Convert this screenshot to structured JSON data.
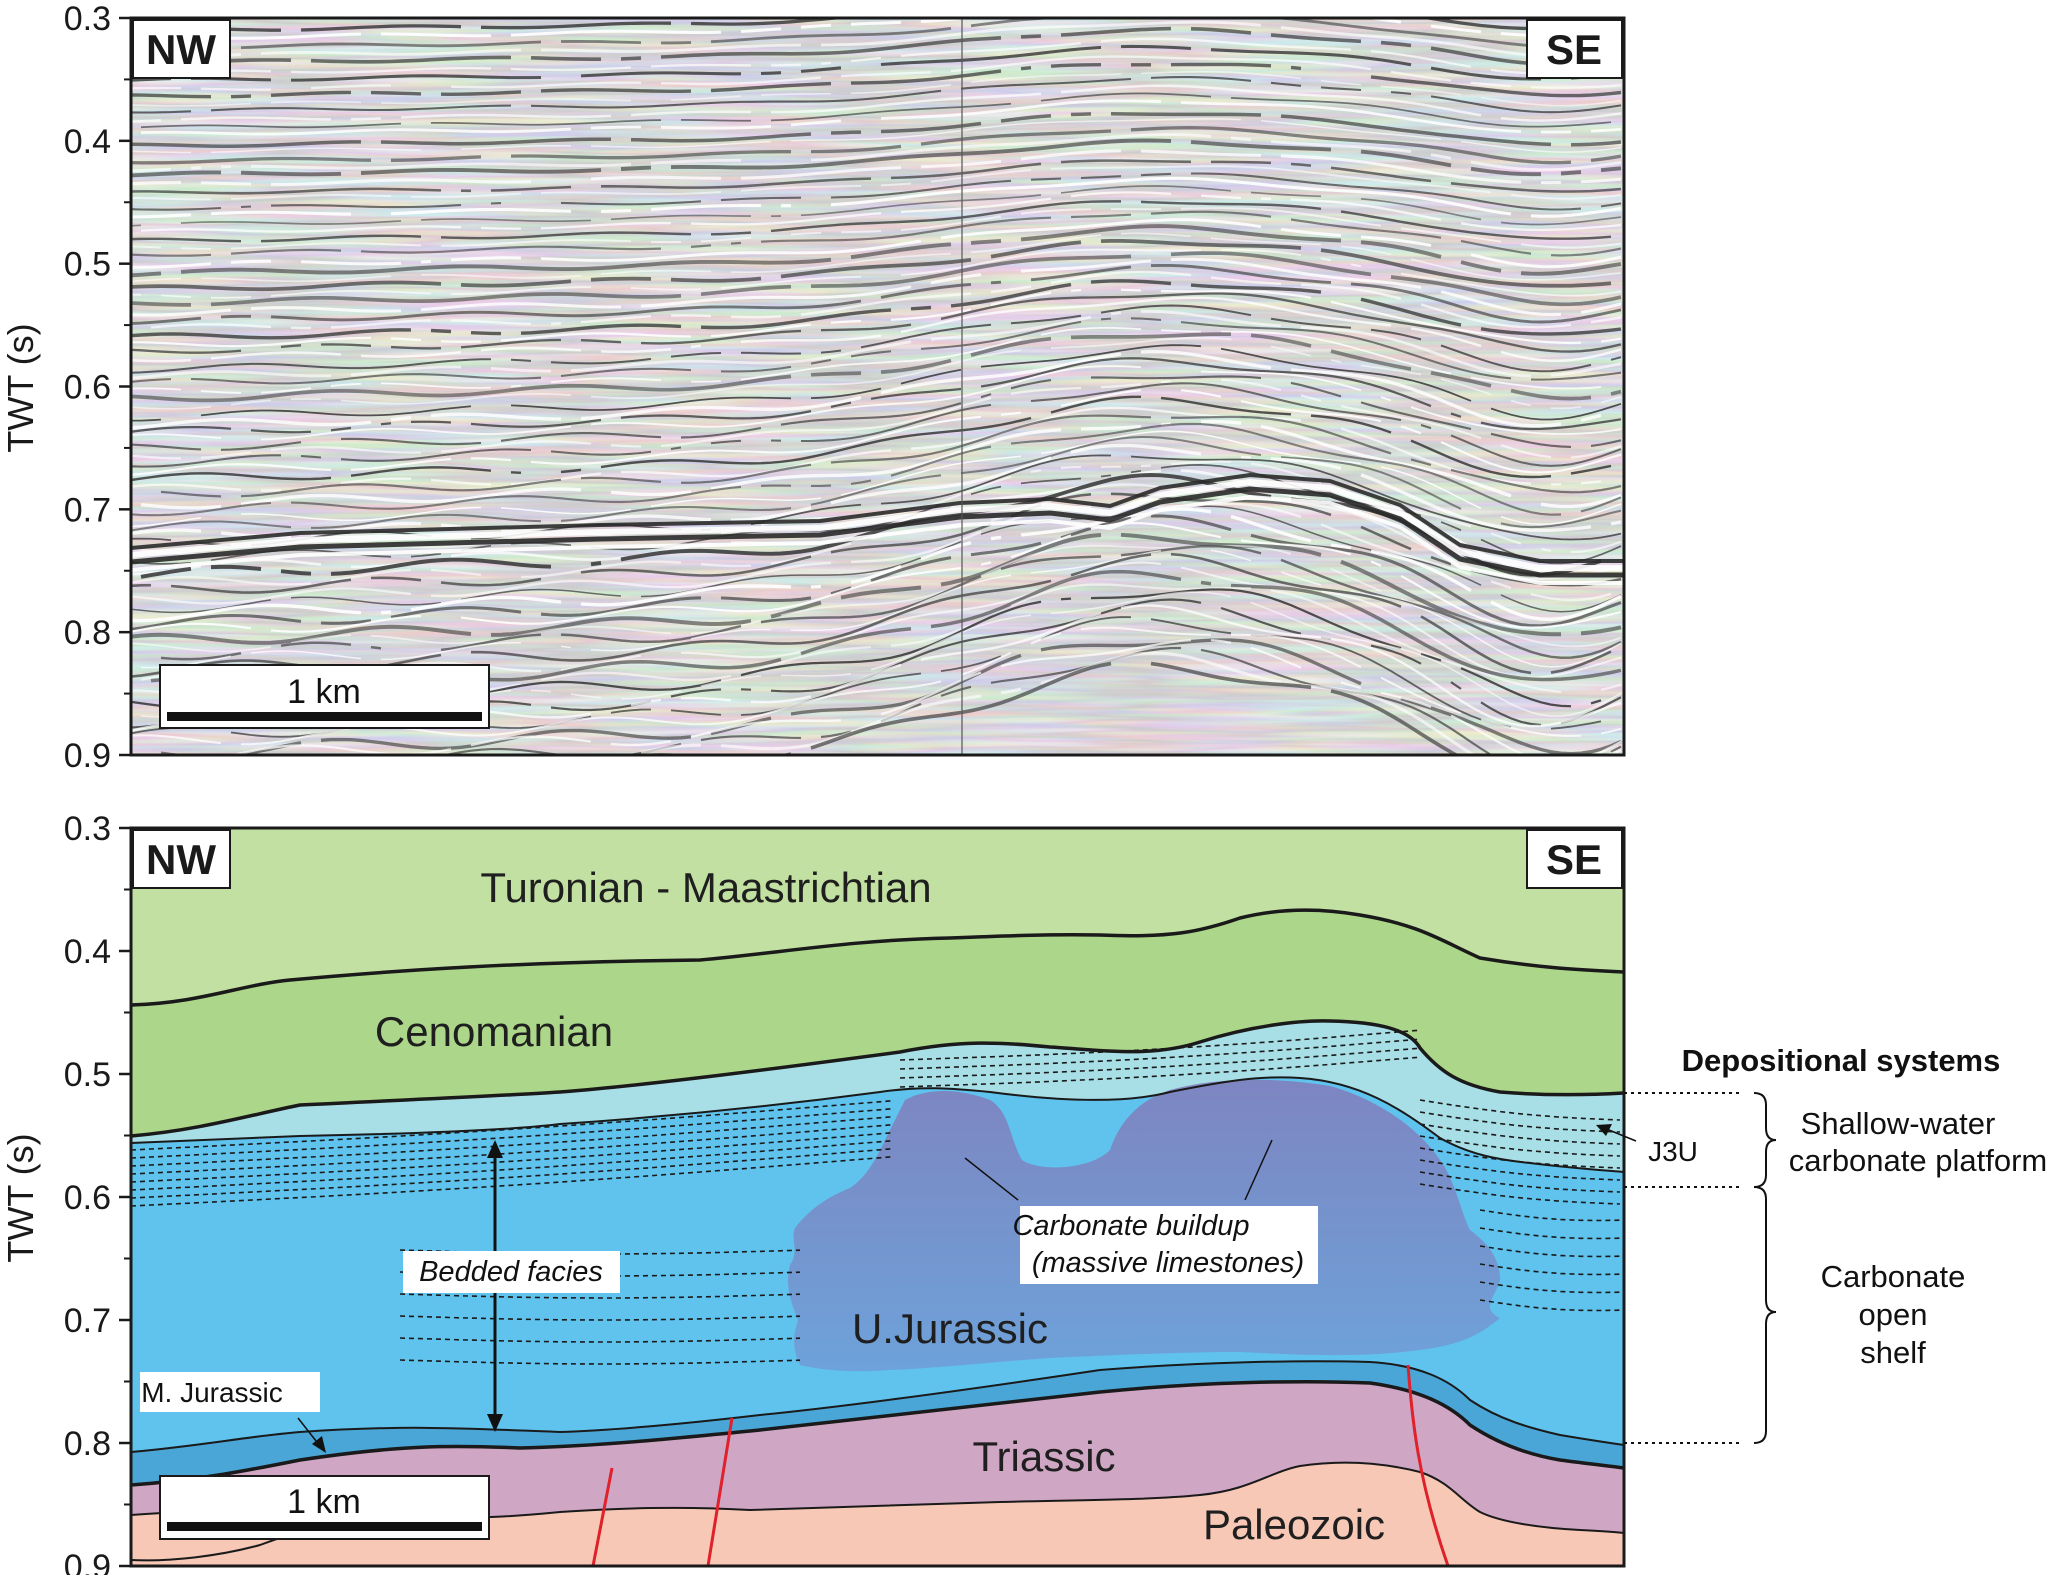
{
  "axis": {
    "title": "TWT (s)",
    "ticks": [
      "0.3",
      "0.4",
      "0.5",
      "0.6",
      "0.7",
      "0.8",
      "0.9"
    ]
  },
  "directions": {
    "left": "NW",
    "right": "SE"
  },
  "scale_bar": {
    "label": "1 km"
  },
  "units": {
    "turonian": "Turonian - Maastrichtian",
    "cenomanian": "Cenomanian",
    "ujurassic": "U.Jurassic",
    "triassic": "Triassic",
    "paleozoic": "Paleozoic"
  },
  "annotations": {
    "bedded_facies": "Bedded facies",
    "buildup_line1": "Carbonate buildup",
    "buildup_line2": "(massive limestones)",
    "m_jurassic": "M. Jurassic",
    "j3u": "J3U"
  },
  "legend": {
    "title": "Depositional systems",
    "shallow_line1": "Shallow-water",
    "shallow_line2": "carbonate platform",
    "open_line1": "Carbonate",
    "open_line2": "open",
    "open_line3": "shelf"
  },
  "colors": {
    "turonian": "#c2e0a2",
    "cenomanian": "#acd68a",
    "shallow_platform": "#a8dee6",
    "ujurassic": "#5fc3ee",
    "buildup": "#7f86bf",
    "mjurassic": "#4aa6d6",
    "triassic": "#cfa6c4",
    "paleozoic": "#f6c8b5",
    "fault": "#e0202a"
  }
}
